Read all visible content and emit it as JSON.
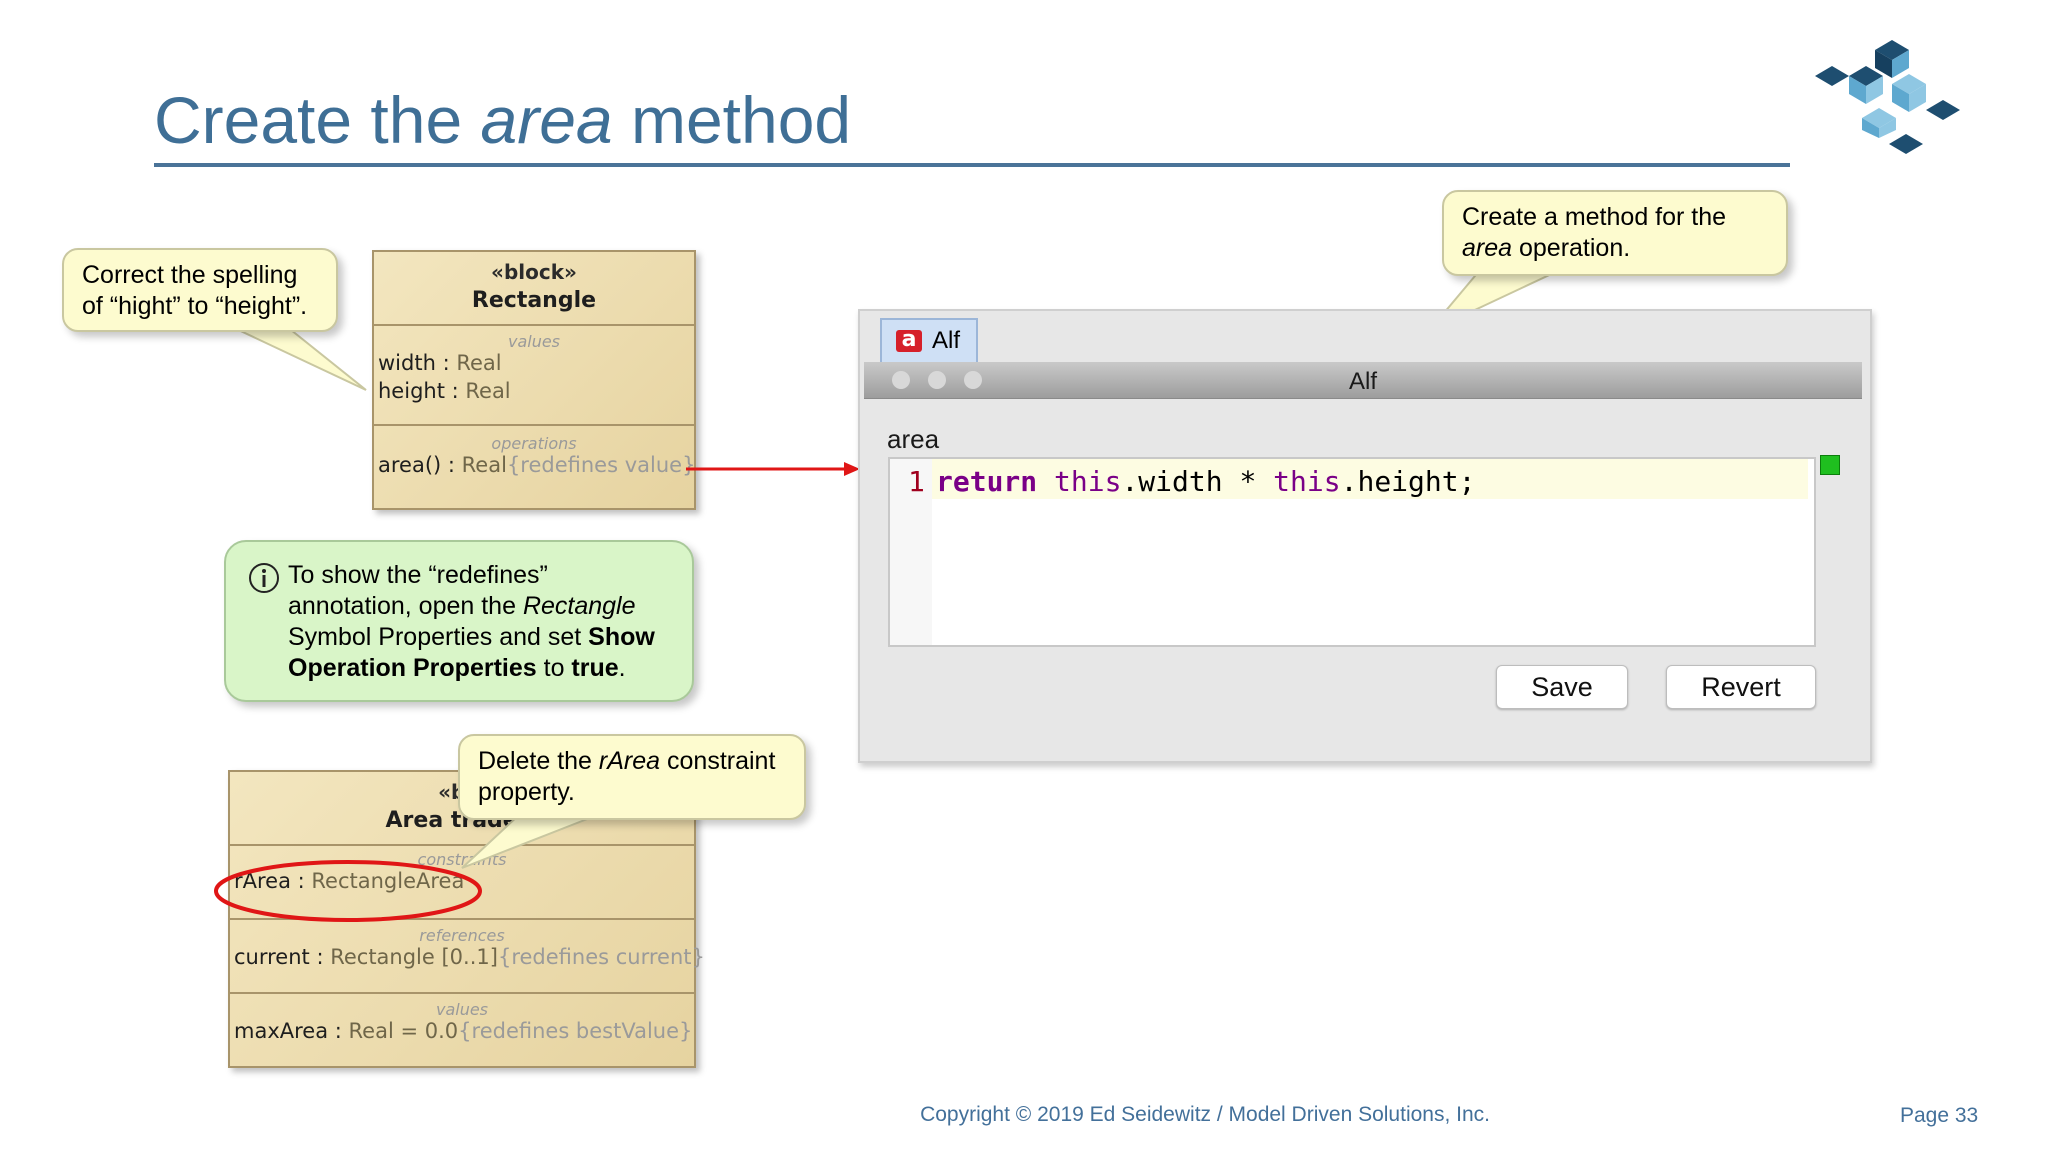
{
  "title": {
    "prefix": "Create the ",
    "emph": "area",
    "suffix": " method"
  },
  "rectangle_block": {
    "stereotype": "«block»",
    "name": "Rectangle",
    "values_label": "values",
    "attr1_name": "width",
    "attr1_type": "Real",
    "attr2_name": "height",
    "attr2_type": "Real",
    "operations_label": "operations",
    "op_name": "area()",
    "op_type": "Real",
    "op_redefines": "{redefines value}"
  },
  "area_block": {
    "stereotype": "«blo",
    "name": "Area trade s",
    "constraints_label": "constraints",
    "constraint_name": "rArea",
    "constraint_type": "RectangleArea",
    "references_label": "references",
    "ref_name": "current",
    "ref_type": "Rectangle [0..1]",
    "ref_redefines": "{redefines current}",
    "values_label": "values",
    "val_name": "maxArea",
    "val_type": "Real = 0.0",
    "val_redefines": "{redefines bestValue}"
  },
  "callouts": {
    "spelling_line1": "Correct the spelling",
    "spelling_line2": "of “hight” to “height”.",
    "method_line1": "Create a method for the",
    "method_emph": "area",
    "method_line2_rest": " operation.",
    "delete_prefix": "Delete the ",
    "delete_emph": "rArea",
    "delete_suffix": " constraint",
    "delete_line2": "property."
  },
  "info_box": {
    "icon": "info-icon",
    "line1": "To show the “redefines”",
    "line2_prefix": "annotation, open the ",
    "line2_emph": "Rectangle",
    "line3_prefix": "Symbol Properties and set ",
    "line3_bold": "Show",
    "line4_bold": "Operation Properties",
    "line4_mid": " to ",
    "line4_bold2": "true",
    "line4_end": "."
  },
  "alf_window": {
    "tab_icon_glyph": "a",
    "tab_label": "Alf",
    "window_title": "Alf",
    "operation_label": "area",
    "line_number": "1",
    "code_kw_return": "return",
    "code_kw_this1": "this",
    "code_mid": ".width * ",
    "code_kw_this2": "this",
    "code_end": ".height;",
    "save_label": "Save",
    "revert_label": "Revert",
    "status_color": "#1fbf1f"
  },
  "footer": {
    "copyright": "Copyright © 2019 Ed Seidewitz / Model Driven Solutions, Inc.",
    "page": "Page 33"
  }
}
